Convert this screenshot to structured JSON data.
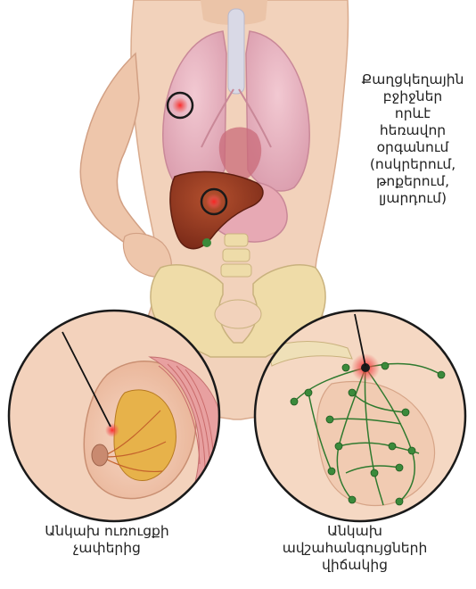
{
  "annotations": {
    "metastasis": {
      "lines": [
        "Քաղցկեղային",
        "բջիջներ",
        "որևէ",
        "հեռավոր",
        "օրգանում",
        "(ոսկրերում,",
        "թոքերում,",
        "լյարդում)"
      ]
    },
    "tumor_size": {
      "lines": [
        "Անկախ ուռուցքի",
        "չափերից"
      ]
    },
    "lymph_nodes": {
      "lines": [
        "Անկախ",
        "ավշահանգույցների",
        "վիճակից"
      ]
    }
  },
  "colors": {
    "skin": "#f3d4bd",
    "skin_shadow": "#e2b394",
    "lung": "#e9b7c4",
    "liver": "#9a3a22",
    "bone": "#eedca9",
    "lymph_node": "#3b8a3b",
    "tumor_glow": "#f05050",
    "circle_outline": "#1a1a1a"
  }
}
